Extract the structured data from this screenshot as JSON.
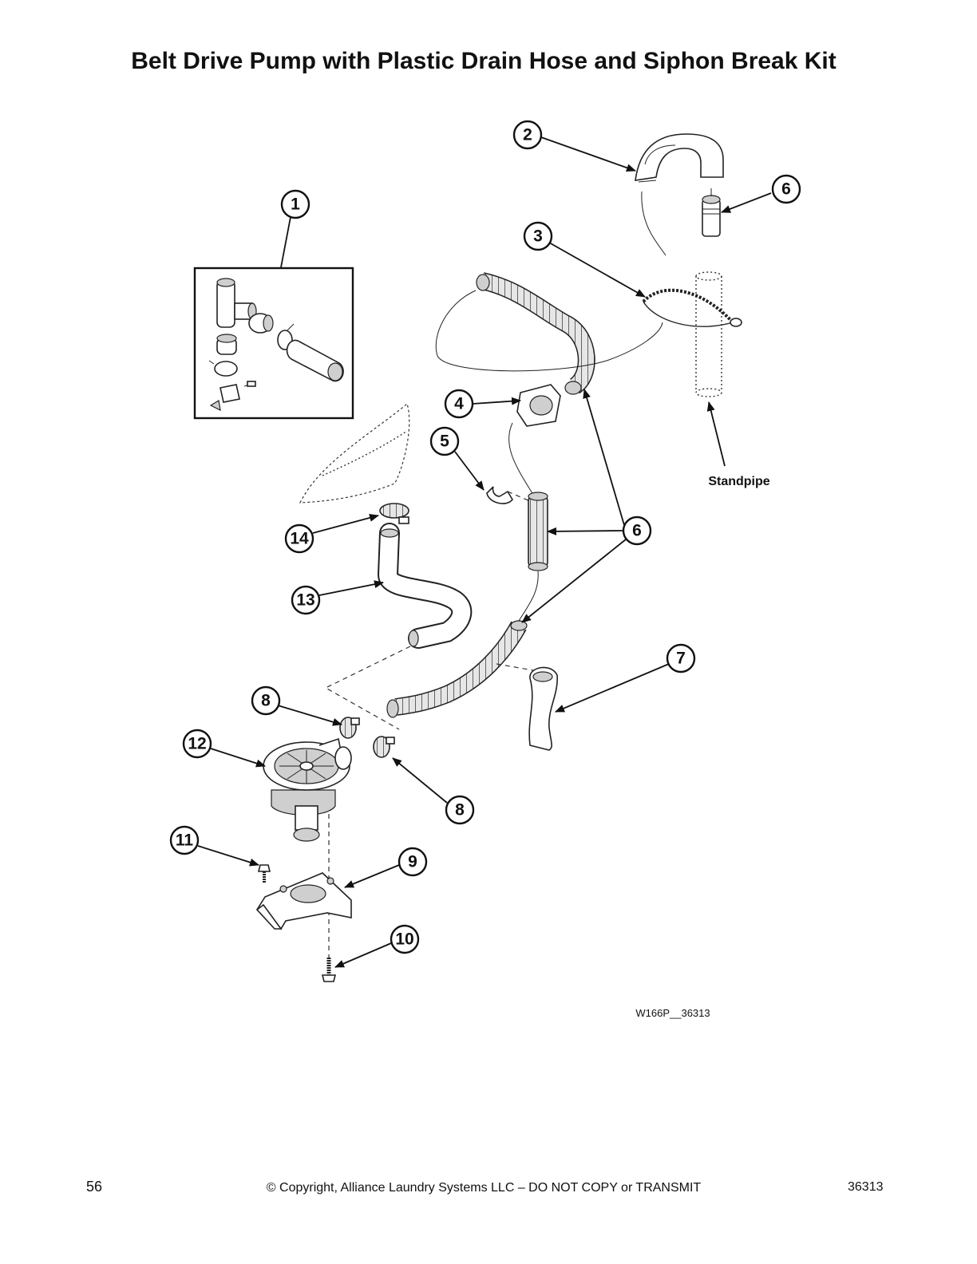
{
  "page": {
    "title": "Belt Drive Pump with Plastic Drain Hose and Siphon Break Kit",
    "page_number": "56",
    "copyright": "© Copyright, Alliance Laundry Systems LLC – DO NOT COPY or TRANSMIT",
    "doc_number": "36313"
  },
  "diagram": {
    "figure_code": "W166P__36313",
    "standpipe_label": "Standpipe",
    "callouts": [
      "1",
      "2",
      "3",
      "4",
      "5",
      "6",
      "6",
      "6",
      "7",
      "8",
      "8",
      "9",
      "10",
      "11",
      "12",
      "13",
      "14"
    ]
  }
}
